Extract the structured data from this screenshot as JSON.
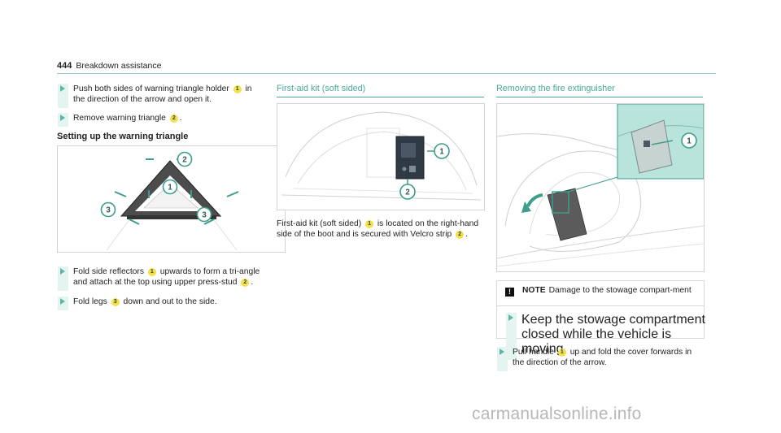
{
  "header": {
    "page_number": "444",
    "section": "Breakdown assistance"
  },
  "left": {
    "steps_top": [
      {
        "before": "Push both sides of warning triangle holder",
        "num": "1",
        "after": "in the direction of the arrow and open it."
      },
      {
        "before": "Remove warning triangle",
        "num": "2",
        "after": "."
      }
    ],
    "subheading": "Setting up the warning triangle",
    "figure_callouts": [
      "1",
      "2",
      "3",
      "3"
    ],
    "step3": {
      "before": "Fold side reflectors",
      "num1": "1",
      "mid": "upwards to form a tri-angle and attach at the top using upper press-stud",
      "num2": "2",
      "after": "."
    },
    "step4": {
      "before": "Fold legs",
      "num": "3",
      "after": "down and out to the side."
    }
  },
  "middle": {
    "title": "First-aid kit (soft sided)",
    "figure_callouts": [
      "1",
      "2"
    ],
    "para": {
      "before": "First-aid kit (soft sided)",
      "num1": "1",
      "mid": "is located on the right-hand side of the boot and is secured with Velcro strip",
      "num2": "2",
      "after": "."
    }
  },
  "right": {
    "title": "Removing the fire extinguisher",
    "figure_callouts": [
      "1"
    ],
    "note": {
      "label": "NOTE",
      "text": "Damage to the stowage compart-ment",
      "step": "Keep the stowage compartment closed while the vehicle is moving."
    },
    "step": {
      "before": "Pull handle",
      "num": "1",
      "after": "up and fold the cover forwards in the direction of the arrow."
    }
  },
  "watermark": "carmanualsonline.info",
  "colors": {
    "accent": "#4aa99a",
    "callout_yellow": "#f6e04a",
    "bar": "#e3f4f1"
  }
}
